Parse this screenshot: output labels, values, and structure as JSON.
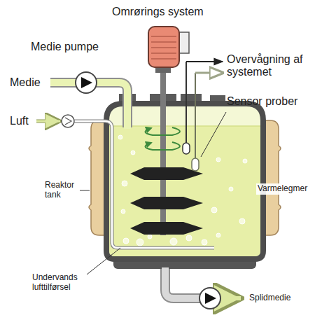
{
  "diagram": {
    "labels": [
      "Omrørings system",
      "Medie pumpe",
      "Overvågning af systemet",
      "Medie",
      "Sensor prober",
      "Luft",
      "Reaktor tank",
      "Varmelegmer",
      "Undervands lufttilførsel",
      "Splidmedie"
    ]
  }
}
